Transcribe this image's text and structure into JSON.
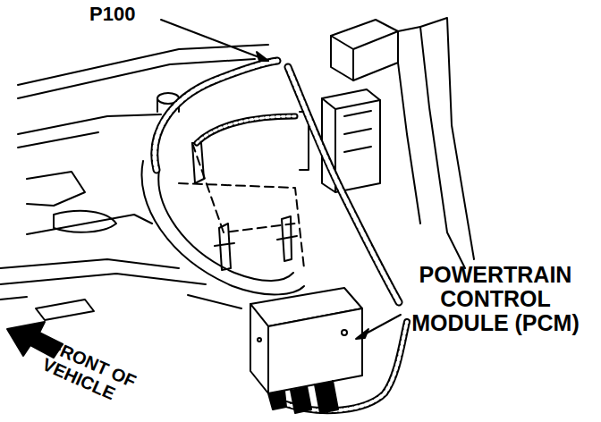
{
  "diagram": {
    "labels": [
      "P100",
      "POWERTRAIN CONTROL MODULE (PCM)",
      "FRONT OF VEHICLE"
    ]
  }
}
